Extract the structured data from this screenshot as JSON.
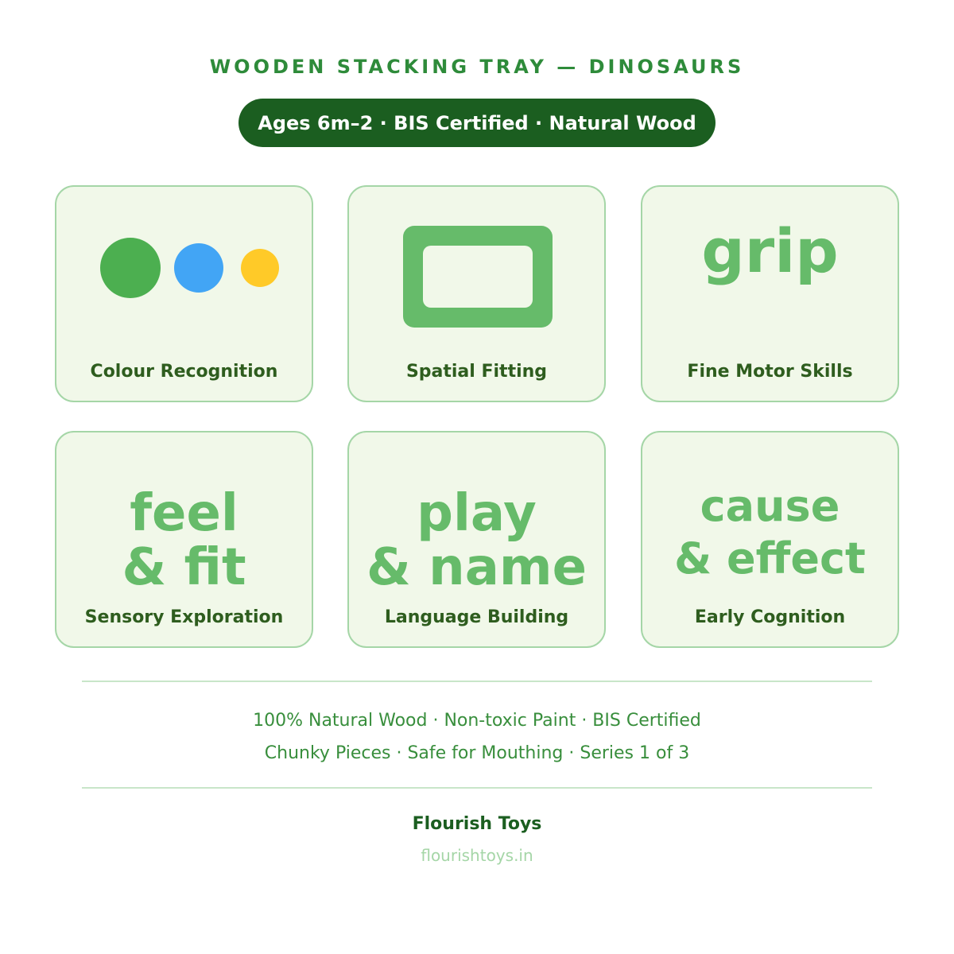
{
  "header": {
    "title": "WOODEN STACKING TRAY — DINOSAURS",
    "pill": "Ages 6m–2 · BIS Certified · Natural Wood"
  },
  "cards": [
    {
      "label": "Colour Recognition",
      "icon": "colour-dots-icon",
      "dot_colors": [
        "#4caf50",
        "#42a5f5",
        "#ffca28"
      ]
    },
    {
      "label": "Spatial Fitting",
      "icon": "rounded-frame-icon"
    },
    {
      "label": "Fine Motor Skills",
      "big": [
        "grip"
      ]
    },
    {
      "label": "Sensory Exploration",
      "big": [
        "feel",
        "& fit"
      ]
    },
    {
      "label": "Language Building",
      "big": [
        "play",
        "& name"
      ]
    },
    {
      "label": "Early Cognition",
      "big": [
        "cause",
        "& effect"
      ]
    }
  ],
  "features": {
    "line1": "100% Natural Wood · Non-toxic Paint · BIS Certified",
    "line2": "Chunky Pieces · Safe for Mouthing · Series 1 of 3"
  },
  "footer": {
    "brand": "Flourish Toys",
    "url": "flourishtoys.in"
  },
  "colors": {
    "accent": "#2e8b3a",
    "dark_green": "#1b5e20",
    "card_bg": "#f1f8e9",
    "card_border": "#a5d6a7",
    "big_text": "#66bb6a"
  }
}
